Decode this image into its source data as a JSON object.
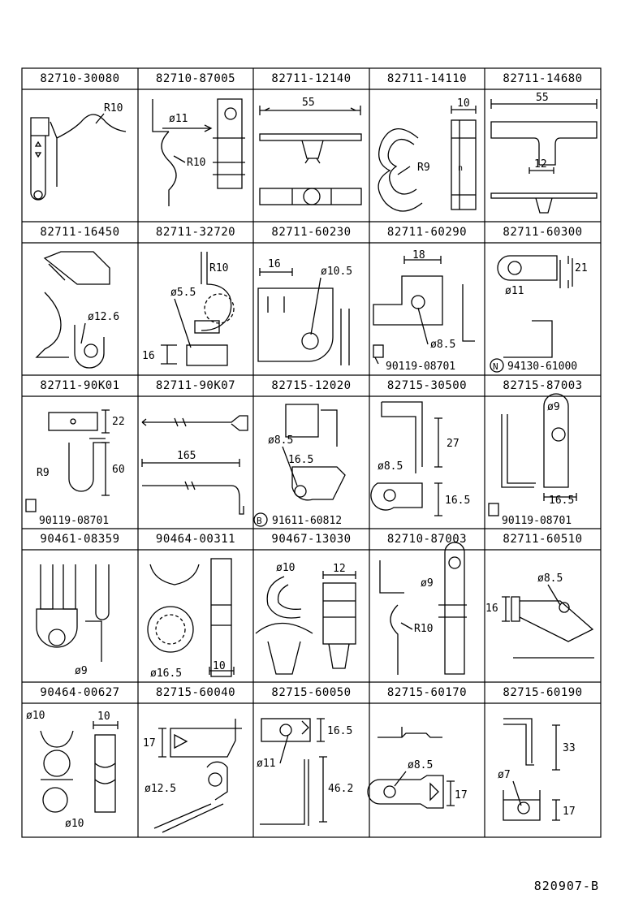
{
  "parts": [
    {
      "no": "82710-30080",
      "dims": [
        "R10"
      ]
    },
    {
      "no": "82710-87005",
      "dims": [
        "ø11",
        "R10"
      ]
    },
    {
      "no": "82711-12140",
      "dims": [
        "55"
      ]
    },
    {
      "no": "82711-14110",
      "dims": [
        "R9",
        "10",
        "n"
      ]
    },
    {
      "no": "82711-14680",
      "dims": [
        "55",
        "12"
      ]
    },
    {
      "no": "82711-16450",
      "dims": [
        "ø12.6"
      ]
    },
    {
      "no": "82711-32720",
      "dims": [
        "R10",
        "ø5.5",
        "16"
      ]
    },
    {
      "no": "82711-60230",
      "dims": [
        "16",
        "ø10.5"
      ]
    },
    {
      "no": "82711-60290",
      "dims": [
        "18",
        "ø8.5"
      ],
      "bolt": "90119-08701"
    },
    {
      "no": "82711-60300",
      "dims": [
        "21",
        "ø11"
      ],
      "nut": "94130-61000",
      "nut_mark": "N"
    },
    {
      "no": "82711-90K01",
      "dims": [
        "22",
        "60",
        "R9"
      ],
      "bolt": "90119-08701"
    },
    {
      "no": "82711-90K07",
      "dims": [
        "165"
      ]
    },
    {
      "no": "82715-12020",
      "dims": [
        "ø8.5",
        "16.5"
      ],
      "bolt": "91611-60812",
      "bolt_mark": "B"
    },
    {
      "no": "82715-30500",
      "dims": [
        "27",
        "ø8.5",
        "16.5"
      ]
    },
    {
      "no": "82715-87003",
      "dims": [
        "ø9",
        "16.5"
      ],
      "bolt": "90119-08701"
    },
    {
      "no": "90461-08359",
      "dims": [
        "ø9"
      ]
    },
    {
      "no": "90464-00311",
      "dims": [
        "ø16.5",
        "10"
      ]
    },
    {
      "no": "90467-13030",
      "dims": [
        "ø10",
        "12"
      ]
    },
    {
      "no": "82710-87003",
      "dims": [
        "ø9",
        "R10"
      ]
    },
    {
      "no": "82711-60510",
      "dims": [
        "ø8.5",
        "16"
      ]
    },
    {
      "no": "90464-00627",
      "dims": [
        "ø10",
        "10",
        "ø10"
      ]
    },
    {
      "no": "82715-60040",
      "dims": [
        "17",
        "ø12.5"
      ]
    },
    {
      "no": "82715-60050",
      "dims": [
        "16.5",
        "ø11",
        "46.2"
      ]
    },
    {
      "no": "82715-60170",
      "dims": [
        "ø8.5",
        "17"
      ]
    },
    {
      "no": "82715-60190",
      "dims": [
        "33",
        "ø7",
        "17"
      ]
    }
  ],
  "catalog_no": "820907-B"
}
